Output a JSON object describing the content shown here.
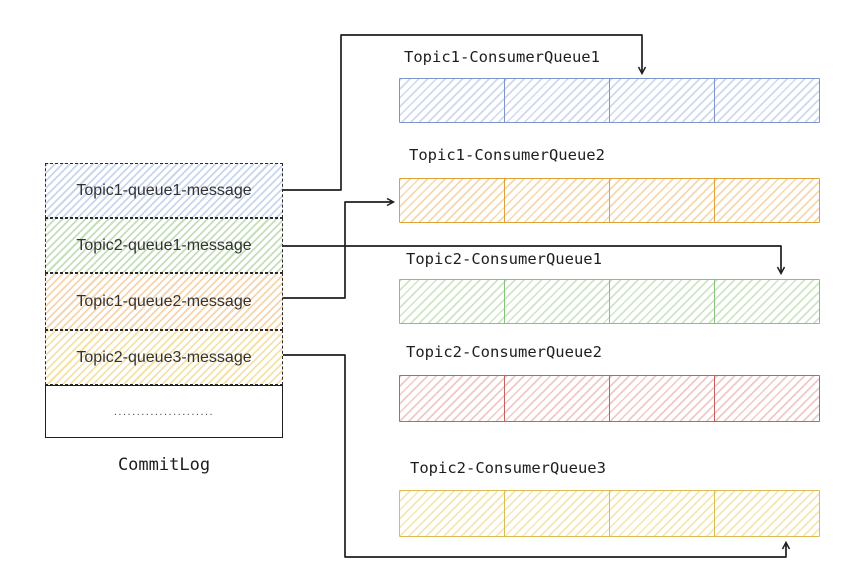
{
  "commit_log": {
    "label": "CommitLog",
    "rows": [
      {
        "text": "Topic1-queue1-message",
        "color": "blue"
      },
      {
        "text": "Topic2-queue1-message",
        "color": "green"
      },
      {
        "text": "Topic1-queue2-message",
        "color": "orange"
      },
      {
        "text": "Topic2-queue3-message",
        "color": "yellow"
      }
    ],
    "ellipsis_row": "......................"
  },
  "consumer_queues": [
    {
      "label": "Topic1-ConsumerQueue1",
      "color": "blue",
      "segments": 4
    },
    {
      "label": "Topic1-ConsumerQueue2",
      "color": "orange",
      "segments": 4
    },
    {
      "label": "Topic2-ConsumerQueue1",
      "color": "green",
      "segments": 4
    },
    {
      "label": "Topic2-ConsumerQueue2",
      "color": "red",
      "segments": 4
    },
    {
      "label": "Topic2-ConsumerQueue3",
      "color": "yellow",
      "segments": 4
    }
  ],
  "connections": [
    {
      "from": "Topic1-queue1-message",
      "to": "Topic1-ConsumerQueue1",
      "enters_at": "top of segment 3"
    },
    {
      "from": "Topic1-queue2-message",
      "to": "Topic1-ConsumerQueue2",
      "enters_at": "left side"
    },
    {
      "from": "Topic2-queue1-message",
      "to": "Topic2-ConsumerQueue1",
      "enters_at": "top of segment 4"
    },
    {
      "from": "Topic2-queue3-message",
      "to": "Topic2-ConsumerQueue3",
      "enters_at": "bottom of segment 4"
    }
  ],
  "colors": {
    "blue_stroke": "#7e94cb",
    "blue_hatch": "#cdd9ef",
    "orange_stroke": "#dfa239",
    "orange_hatch": "#f6d8b0",
    "green_stroke": "#86c27b",
    "green_hatch": "#cfe6c6",
    "red_stroke": "#c56060",
    "red_hatch": "#f0c8c8",
    "yellow_stroke": "#dabd55",
    "yellow_hatch": "#f5e7b4",
    "arrow": "#1e1e1e",
    "text": "#333333"
  }
}
